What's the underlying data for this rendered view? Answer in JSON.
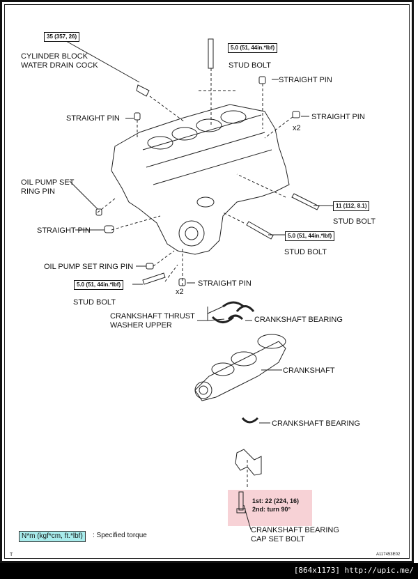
{
  "torque": {
    "drain_cock": "35 (357, 26)",
    "stud_bolt_top": "5.0 (51, 44in.*lbf)",
    "stud_bolt_right_upper": "11 (112, 8.1)",
    "stud_bolt_right_lower": "5.0 (51, 44in.*lbf)",
    "stud_bolt_left": "5.0 (51, 44in.*lbf)",
    "cap_bolt_line1": "1st: 22 (224, 16)",
    "cap_bolt_line2": "2nd: turn 90°"
  },
  "labels": {
    "cylinder_block_drain_line1": "CYLINDER BLOCK",
    "cylinder_block_drain_line2": "WATER DRAIN COCK",
    "stud_bolt_1": "STUD BOLT",
    "straight_pin_1": "STRAIGHT PIN",
    "straight_pin_2": "STRAIGHT PIN",
    "straight_pin_3": "STRAIGHT PIN",
    "x2_1": "x2",
    "oil_pump_ring_pin_line1": "OIL PUMP SET",
    "oil_pump_ring_pin_line2": "RING PIN",
    "stud_bolt_2": "STUD BOLT",
    "straight_pin_4": "STRAIGHT PIN",
    "stud_bolt_3": "STUD BOLT",
    "oil_pump_ring_pin_2": "OIL PUMP SET RING PIN",
    "straight_pin_5": "STRAIGHT PIN",
    "x2_2": "x2",
    "stud_bolt_4": "STUD BOLT",
    "thrust_washer_line1": "CRANKSHAFT THRUST",
    "thrust_washer_line2": "WASHER UPPER",
    "crank_bearing_1": "CRANKSHAFT BEARING",
    "crankshaft": "CRANKSHAFT",
    "crank_bearing_2": "CRANKSHAFT BEARING",
    "cap_bolt_line1": "CRANKSHAFT BEARING",
    "cap_bolt_line2": "CAP SET BOLT"
  },
  "legend": {
    "units": "N*m (kgf*cm, ft.*lbf)",
    "text": ": Specified torque"
  },
  "corner": {
    "left": "T",
    "right": "A117453E02"
  },
  "footer": "[864x1173] http://upic.me/"
}
